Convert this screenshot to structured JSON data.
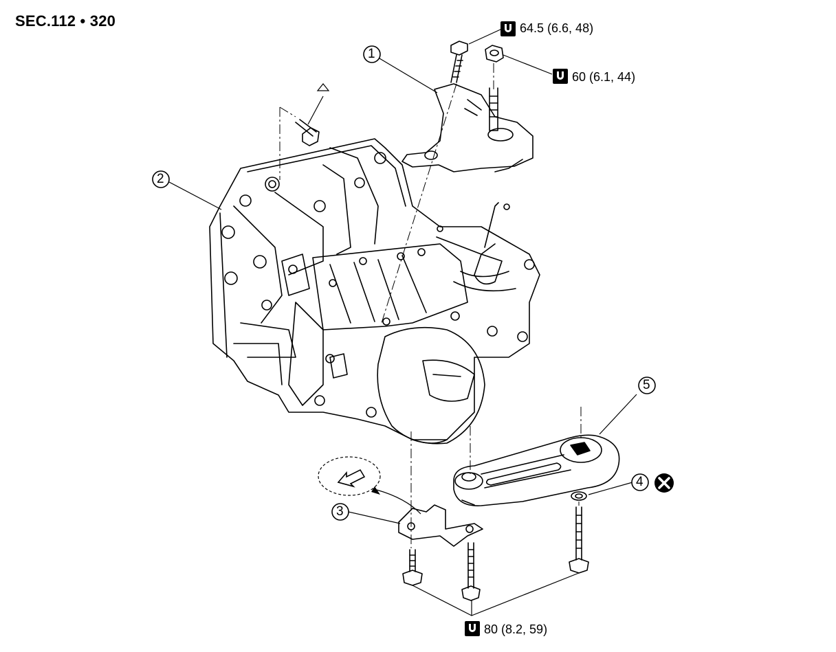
{
  "section_code": "SEC.112 • 320",
  "torque_specs": {
    "bracket_bolt": "64.5 (6.6, 48)",
    "bracket_nut": "60 (6.1, 44)",
    "lower_bolts": "80 (8.2, 59)"
  },
  "callouts": [
    "1",
    "2",
    "3",
    "4",
    "5"
  ],
  "symbols": {
    "torque": "torque-wrench-icon",
    "non_reusable": "x-circle-icon",
    "direction": "front-arrow-icon",
    "note": "triangle-note-icon"
  }
}
